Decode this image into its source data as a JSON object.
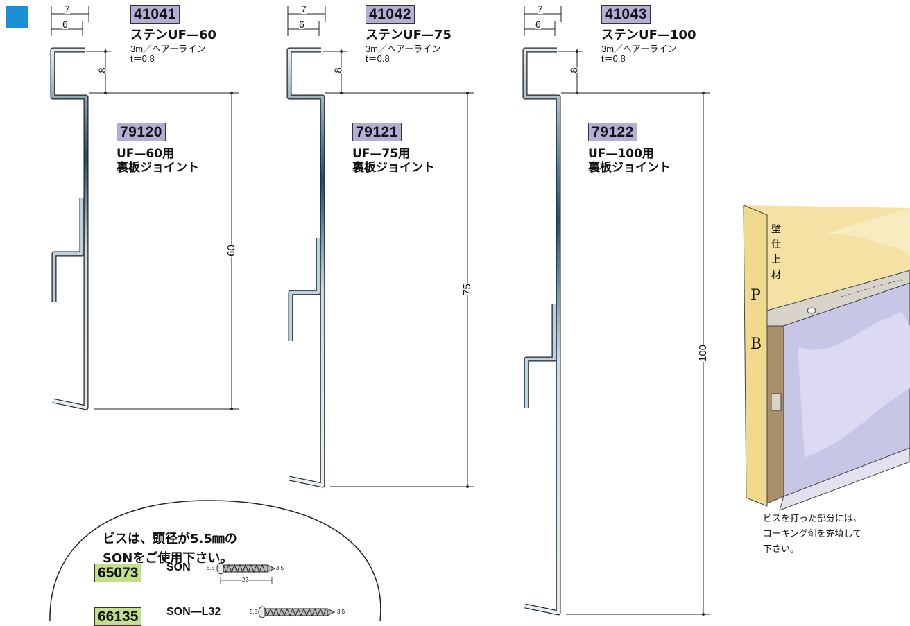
{
  "products": [
    {
      "code": "41041",
      "name": "ステンUF—60",
      "spec1": "3m／ヘアーライン",
      "spec2": "t＝0.8",
      "joint_code": "79120",
      "joint_name1": "UF—60用",
      "joint_name2": "裏板ジョイント",
      "dim_top1": "7",
      "dim_top2": "6",
      "dim_side": "8",
      "dim_height": "60"
    },
    {
      "code": "41042",
      "name": "ステンUF—75",
      "spec1": "3m／ヘアーライン",
      "spec2": "t＝0.8",
      "joint_code": "79121",
      "joint_name1": "UF—75用",
      "joint_name2": "裏板ジョイント",
      "dim_top1": "7",
      "dim_top2": "6",
      "dim_side": "8",
      "dim_height": "75"
    },
    {
      "code": "41043",
      "name": "ステンUF—100",
      "spec1": "3m／ヘアーライン",
      "spec2": "t＝0.8",
      "joint_code": "79122",
      "joint_name1": "UF—100用",
      "joint_name2": "裏板ジョイント",
      "dim_top1": "7",
      "dim_top2": "6",
      "dim_side": "8",
      "dim_height": "100"
    }
  ],
  "note": {
    "line1": "ビスは、頭径が5.5㎜の",
    "line2": "SONをご使用下さい。",
    "screws": [
      {
        "code": "65073",
        "name": "SON",
        "head": "5.5",
        "shank": "3.5",
        "length": "22"
      },
      {
        "code": "66135",
        "name": "SON—L32",
        "head": "5.5",
        "shank": "3.5"
      }
    ]
  },
  "illustration": {
    "wall_labels": [
      "壁",
      "仕",
      "上",
      "材"
    ],
    "pb_labels": [
      "P",
      "B"
    ],
    "caption1": "ビスを打った部分には、",
    "caption2": "コーキング剤を充填して",
    "caption3": "下さい。"
  },
  "colors": {
    "corner": "#1a8fd6",
    "code_bg": "#b3aed5",
    "screw_code_bg": "#c3df8a",
    "profile_light": "#dde9f0",
    "profile_dark": "#2c5a78"
  }
}
